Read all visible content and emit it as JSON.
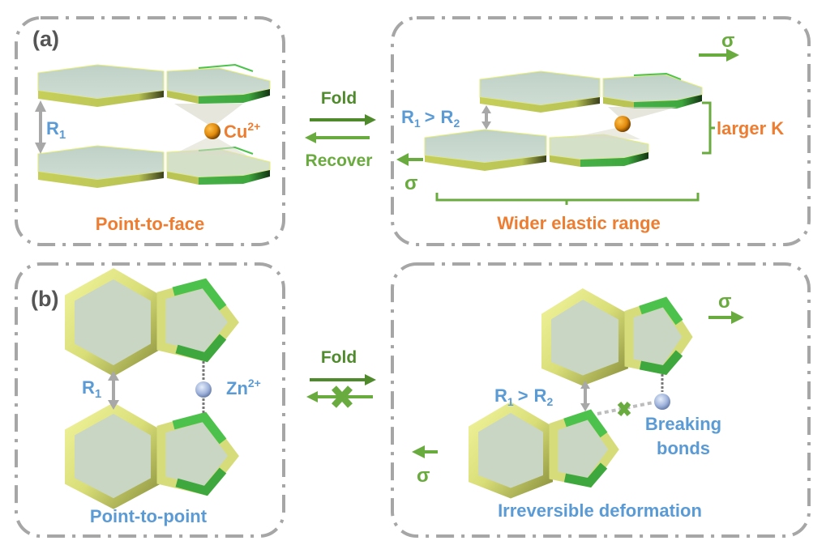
{
  "figure": {
    "panel_a": {
      "tag": "(a)",
      "left": {
        "distance_label": "R",
        "distance_sub": "1",
        "ion_label": "Cu",
        "ion_charge": "2+",
        "caption": "Point-to-face"
      },
      "middle": {
        "forward_label": "Fold",
        "reverse_label": "Recover"
      },
      "right": {
        "compare_r1": "R",
        "compare_r1_sub": "1",
        "compare_op": ">",
        "compare_r2": "R",
        "compare_r2_sub": "2",
        "stiffness_label": "larger K",
        "stress_label_top": "σ",
        "stress_label_bottom": "σ",
        "caption": "Wider elastic range"
      }
    },
    "panel_b": {
      "tag": "(b)",
      "left": {
        "distance_label": "R",
        "distance_sub": "1",
        "ion_label": "Zn",
        "ion_charge": "2+",
        "caption": "Point-to-point"
      },
      "middle": {
        "forward_label": "Fold",
        "reverse_blocked": true
      },
      "right": {
        "compare_r1": "R",
        "compare_r1_sub": "1",
        "compare_op": ">",
        "compare_r2": "R",
        "compare_r2_sub": "2",
        "bond_label_line1": "Breaking",
        "bond_label_line2": "bonds",
        "stress_label_top": "σ",
        "stress_label_bottom": "σ",
        "caption": "Irreversible deformation"
      }
    },
    "colors": {
      "caption_orange": "#ED7D31",
      "caption_blue": "#5B9BD5",
      "arrow_green": "#6AAB3F",
      "arrow_dark_green": "#4F8A2C",
      "frame_gray": "#A6A6A6",
      "cu_ion": "#E8920F",
      "zn_ion": "#9FB3DB",
      "ring_yellow": "#D8E07A",
      "ring_green": "#4CC24C",
      "plate_face": "#C9D8CC"
    }
  }
}
